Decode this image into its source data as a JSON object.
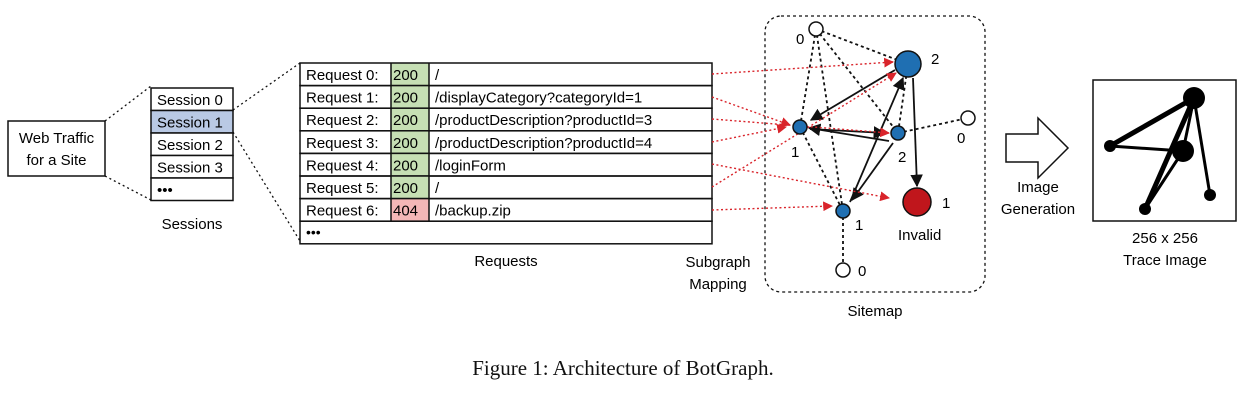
{
  "web_traffic": {
    "line1": "Web Traffic",
    "line2": "for a Site"
  },
  "sessions": {
    "items": [
      "Session 0",
      "Session 1",
      "Session 2",
      "Session 3",
      "•••"
    ],
    "label": "Sessions",
    "highlight_color": "#b9c9e4"
  },
  "requests": {
    "rows": [
      {
        "name": "Request 0:",
        "code": "200",
        "path": "/"
      },
      {
        "name": "Request 1:",
        "code": "200",
        "path": "/displayCategory?categoryId=1"
      },
      {
        "name": "Request 2:",
        "code": "200",
        "path": "/productDescription?productId=3"
      },
      {
        "name": "Request 3:",
        "code": "200",
        "path": "/productDescription?productId=4"
      },
      {
        "name": "Request 4:",
        "code": "200",
        "path": "/loginForm"
      },
      {
        "name": "Request 5:",
        "code": "200",
        "path": "/"
      },
      {
        "name": "Request 6:",
        "code": "404",
        "path": "/backup.zip"
      }
    ],
    "ellipsis": "•••",
    "label": "Requests",
    "ok_color": "#c6dfb4",
    "error_color": "#f4b7b7"
  },
  "mapping": {
    "line1": "Subgraph",
    "line2": "Mapping",
    "arrow_color": "#d9242b"
  },
  "sitemap": {
    "label": "Sitemap",
    "node_labels": [
      "0",
      "2",
      "0",
      "1",
      "2",
      "1",
      "1",
      "0"
    ],
    "invalid_label": "Invalid",
    "node_color": "#1f6fb2",
    "invalid_color": "#c0161c"
  },
  "image_generation": {
    "line1": "Image",
    "line2": "Generation"
  },
  "trace_image": {
    "line1": "256 x 256",
    "line2": "Trace Image"
  },
  "caption": "Figure 1: Architecture of BotGraph."
}
